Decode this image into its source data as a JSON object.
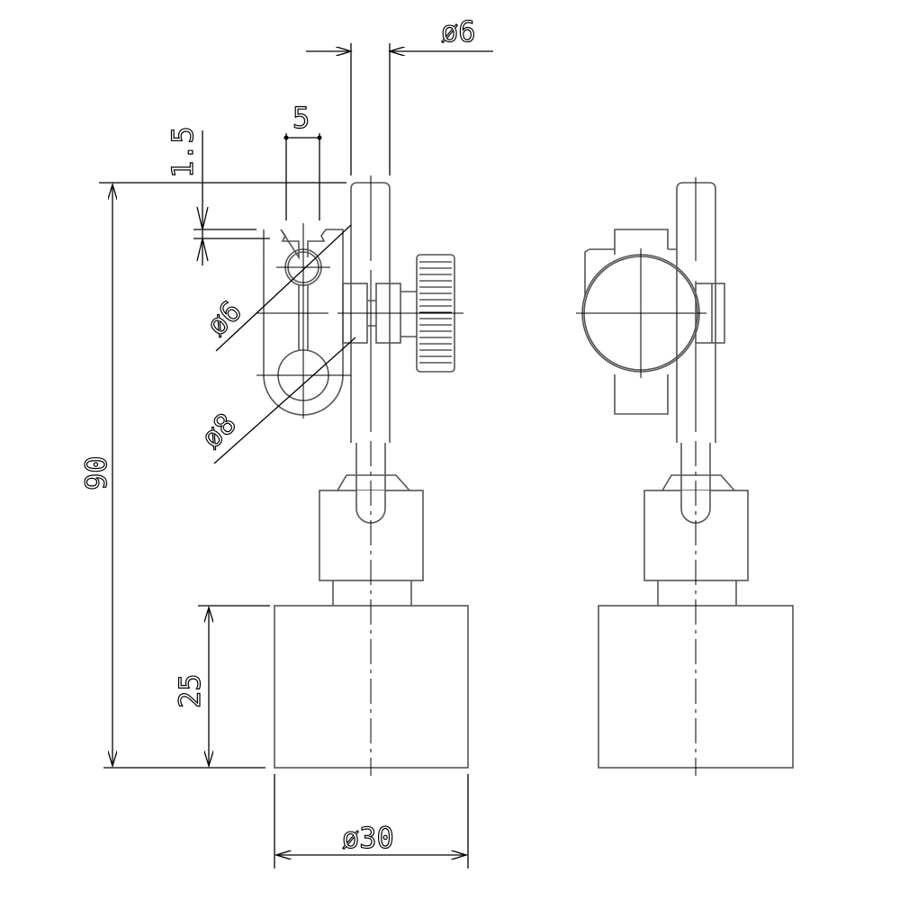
{
  "dimensions": {
    "rod_diameter": "ø6",
    "slot_width": "5",
    "slot_depth": "1.5",
    "small_hole_diameter": "ø6",
    "large_hole_diameter": "ø8",
    "total_height": "90",
    "base_height": "25",
    "base_diameter": "ø30"
  }
}
